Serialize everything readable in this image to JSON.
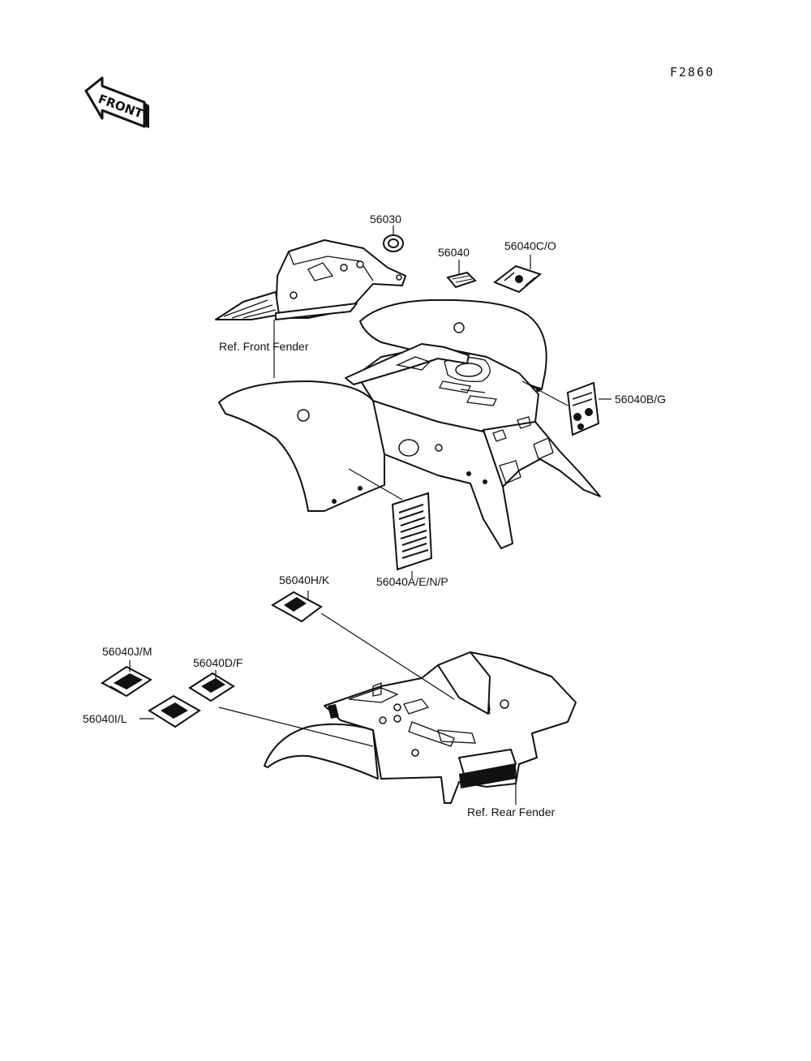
{
  "figure_code": "F2860",
  "front_arrow_label": "FRONT",
  "references": {
    "front_fender": "Ref. Front Fender",
    "rear_fender": "Ref. Rear Fender"
  },
  "parts": [
    {
      "id": "p56030",
      "label": "56030"
    },
    {
      "id": "p56040",
      "label": "56040"
    },
    {
      "id": "p56040co",
      "label": "56040C/O"
    },
    {
      "id": "p56040bg",
      "label": "56040B/G"
    },
    {
      "id": "p56040aenp",
      "label": "56040A/E/N/P"
    },
    {
      "id": "p56040hk",
      "label": "56040H/K"
    },
    {
      "id": "p56040jm",
      "label": "56040J/M"
    },
    {
      "id": "p56040df",
      "label": "56040D/F"
    },
    {
      "id": "p56040il",
      "label": "56040I/L"
    }
  ]
}
